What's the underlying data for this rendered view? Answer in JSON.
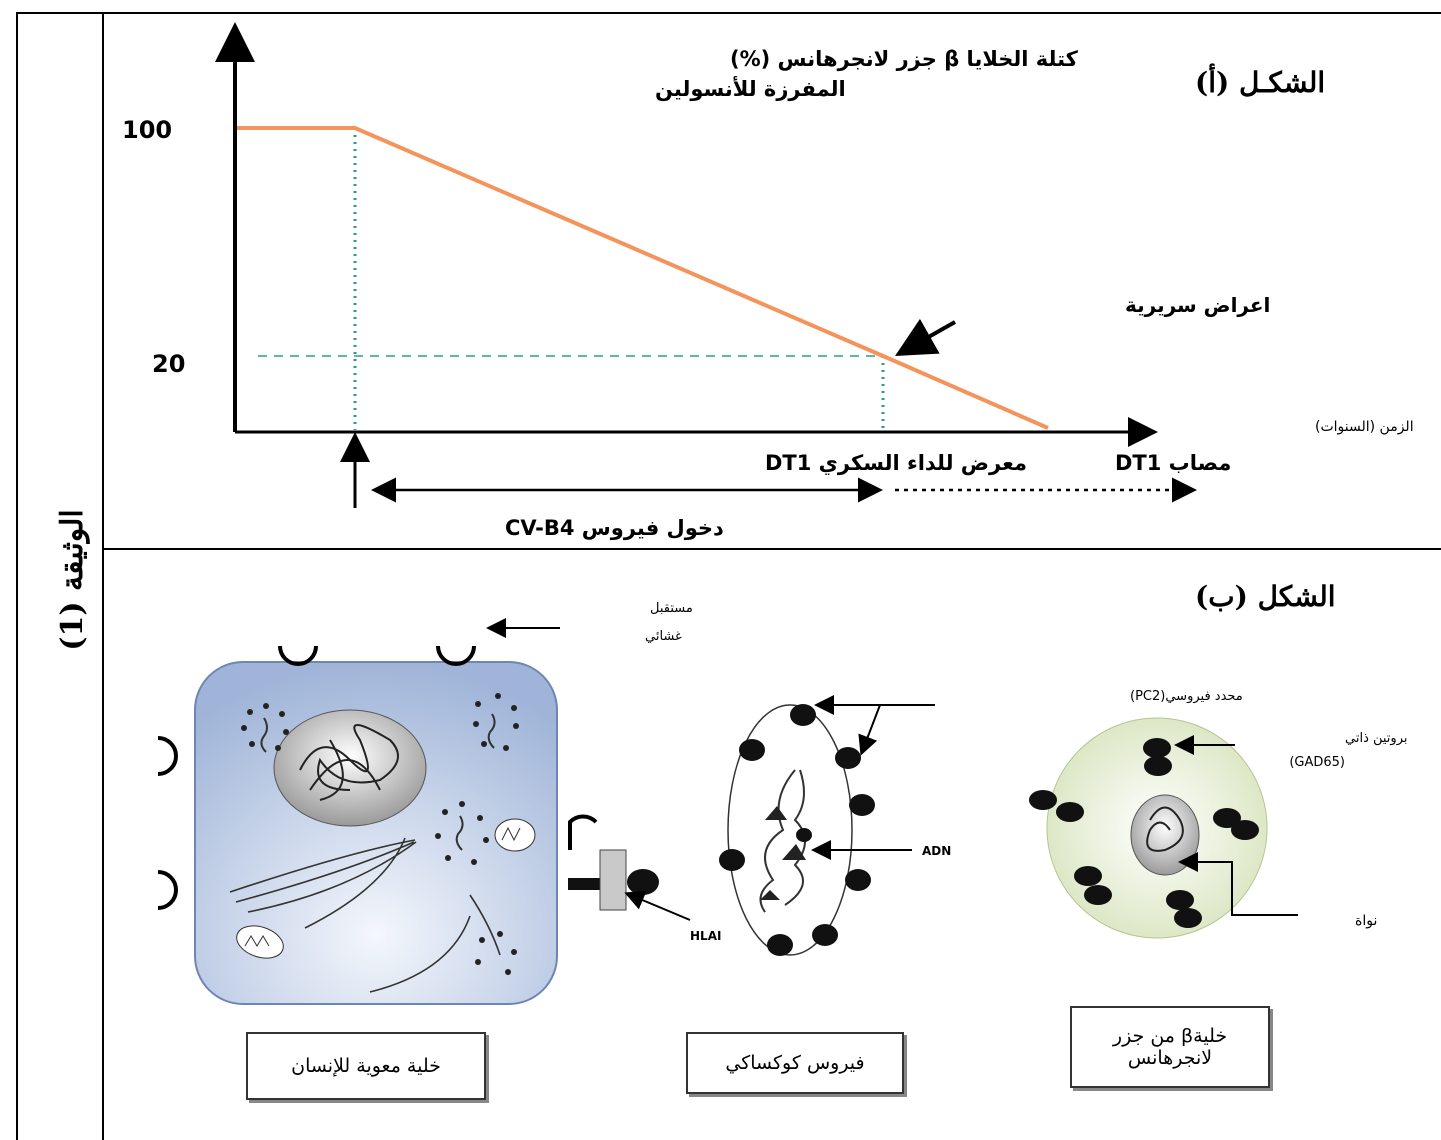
{
  "document": {
    "side_label": "الوثيقة (1)",
    "fig_a_title": "الشكـل (أ)",
    "fig_b_title": "الشكل (ب)"
  },
  "chart_data": {
    "type": "line",
    "ylabel_line1": "كتلة الخلايا β جزر لانجرهانس (%)",
    "ylabel_line2": "المفرزة للأنسولين",
    "xlabel": "الزمن (السنوات)",
    "y_ticks": [
      "100",
      "20"
    ],
    "series": [
      {
        "values_y": [
          100,
          100,
          20,
          0
        ],
        "points_phase": [
          "start",
          "virus_entry",
          "clinical_symptoms",
          "end"
        ]
      }
    ],
    "annotations": {
      "symptoms": "اعراض سريرية",
      "at_risk": "معرض للداء السكري DT1",
      "infected": "مصاب DT1",
      "virus_entry": "دخول فيروس CV-B4"
    }
  },
  "figure_b": {
    "membrane_receptor_line1": "مستقبل",
    "membrane_receptor_line2": "غشائي",
    "viral_determinant": "محدد فيروسي(PC2)",
    "self_protein_line1": "بروتين ذاتي",
    "self_protein_line2": "(GAD65)",
    "adn": "ADN",
    "hla": "HLAI",
    "nucleus": "نواة",
    "box_cell": "خلية معوية للإنسان",
    "box_virus": "فيروس كوكساكي",
    "box_beta_line1": "خليةβ من جزر",
    "box_beta_line2": "لانجرهانس"
  },
  "colors": {
    "curve": "#f4935a",
    "teal": "#2a9d8f",
    "cell_fill": "#c9d6ea",
    "beta_fill": "#e4ecd2"
  }
}
